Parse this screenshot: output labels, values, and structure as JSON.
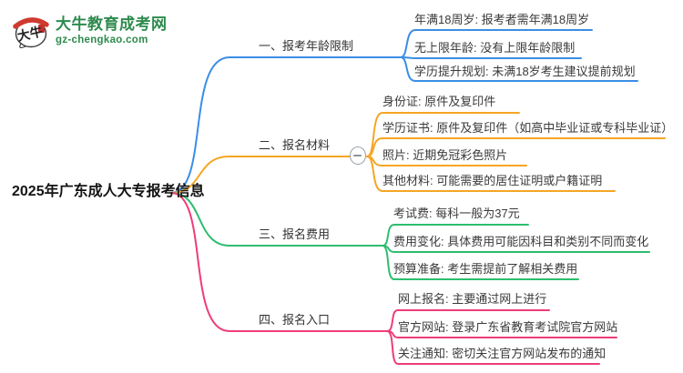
{
  "logo": {
    "icon": "daniu-bubble-seal-icon",
    "title": "大牛教育成考网",
    "url_text": "gz-chengkao.com",
    "brand_color": "#2e8b4e",
    "seal_color": "#cf3a30"
  },
  "root": {
    "label": "2025年广东成人大专报考信息"
  },
  "branches": [
    {
      "label": "一、报考年龄限制",
      "color": "#3a8ee6",
      "children": [
        "年满18周岁: 报考者需年满18周岁",
        "无上限年龄: 没有上限年龄限制",
        "学历提升规划: 未满18岁考生建议提前规划"
      ]
    },
    {
      "label": "二、报名材料",
      "color": "#f5a623",
      "collapse_icon": "minus-icon",
      "children": [
        "身份证: 原件及复印件",
        "学历证书: 原件及复印件（如高中毕业证或专科毕业证）",
        "照片: 近期免冠彩色照片",
        "其他材料: 可能需要的居住证明或户籍证明"
      ]
    },
    {
      "label": "三、报名费用",
      "color": "#2ebe6e",
      "children": [
        "考试费: 每科一般为37元",
        "费用变化: 具体费用可能因科目和类别不同而变化",
        "预算准备: 考生需提前了解相关费用"
      ]
    },
    {
      "label": "四、报名入口",
      "color": "#ee3d77",
      "children": [
        "网上报名: 主要通过网上进行",
        "官方网站: 登录广东省教育考试院官方网站",
        "关注通知: 密切关注官方网站发布的通知"
      ]
    }
  ]
}
